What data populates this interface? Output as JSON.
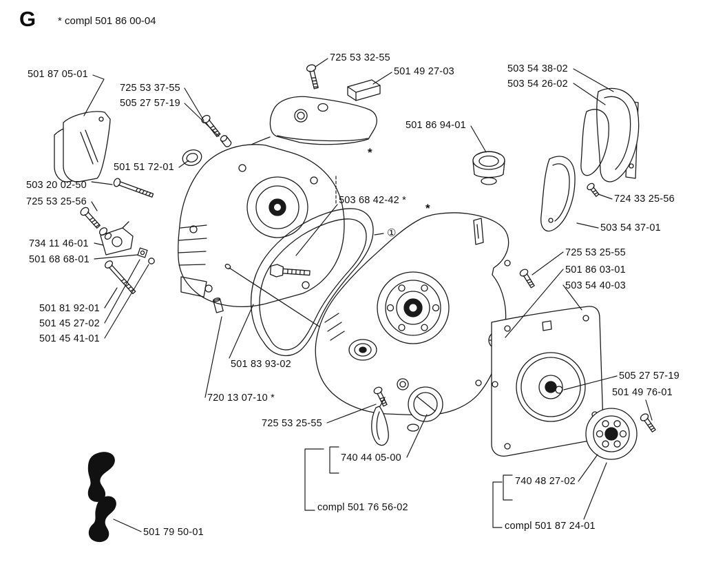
{
  "header": {
    "section_letter": "G",
    "note": "* compl 501 86 00-04"
  },
  "markers": {
    "asterisk_a": "*",
    "asterisk_b": "*",
    "circled_one": "①"
  },
  "colors": {
    "line": "#1a1a1a",
    "background": "#ffffff"
  },
  "labels": [
    {
      "text": "501 87 05-01"
    },
    {
      "text": "725 53 32-55"
    },
    {
      "text": "501 49 27-03"
    },
    {
      "text": "503 54 38-02"
    },
    {
      "text": "503 54 26-02"
    },
    {
      "text": "725 53 37-55"
    },
    {
      "text": "505 27 57-19"
    },
    {
      "text": "501 86 94-01"
    },
    {
      "text": "501 51 72-01"
    },
    {
      "text": "503 20 02-50"
    },
    {
      "text": "725 53 25-56"
    },
    {
      "text": "724 33 25-56"
    },
    {
      "text": "503 54 37-01"
    },
    {
      "text": "503 68 42-42 *"
    },
    {
      "text": "734 11 46-01"
    },
    {
      "text": "501 68 68-01"
    },
    {
      "text": "725 53 25-55"
    },
    {
      "text": "501 86 03-01"
    },
    {
      "text": "503 54 40-03"
    },
    {
      "text": "501 81 92-01"
    },
    {
      "text": "501 45 27-02"
    },
    {
      "text": "501 45 41-01"
    },
    {
      "text": "501 83 93-02"
    },
    {
      "text": "505 27 57-19"
    },
    {
      "text": "501 49 76-01"
    },
    {
      "text": "720 13 07-10 *"
    },
    {
      "text": "725 53 25-55"
    },
    {
      "text": "740 44 05-00"
    },
    {
      "text": "compl 501 76 56-02"
    },
    {
      "text": "740 48 27-02"
    },
    {
      "text": "compl 501 87 24-01"
    },
    {
      "text": "501 79 50-01"
    }
  ]
}
